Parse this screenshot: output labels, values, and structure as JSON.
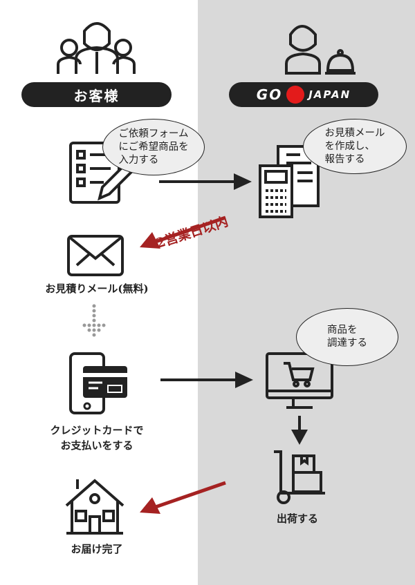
{
  "customer": {
    "label": "お客様"
  },
  "company": {
    "logo_go": "GO",
    "logo_japan": "JAPAN",
    "logo_circle_color": "#e31b1b"
  },
  "bubbles": {
    "form": [
      "ご依頼フォーム",
      "にご希望商品を",
      "入力する"
    ],
    "estimate": [
      "お見積メール",
      "を作成し、",
      "報告する"
    ],
    "procure": [
      "商品を",
      "調達する"
    ]
  },
  "arrow_label": "2営業日以内",
  "captions": {
    "email": "お見積りメール(無料)",
    "card": [
      "クレジットカードで",
      "お支払いをする"
    ],
    "ship": "出荷する",
    "done": "お届け完了"
  },
  "colors": {
    "panel": "#d9d9d9",
    "dark": "#222222",
    "red_arrow": "#a52222"
  }
}
